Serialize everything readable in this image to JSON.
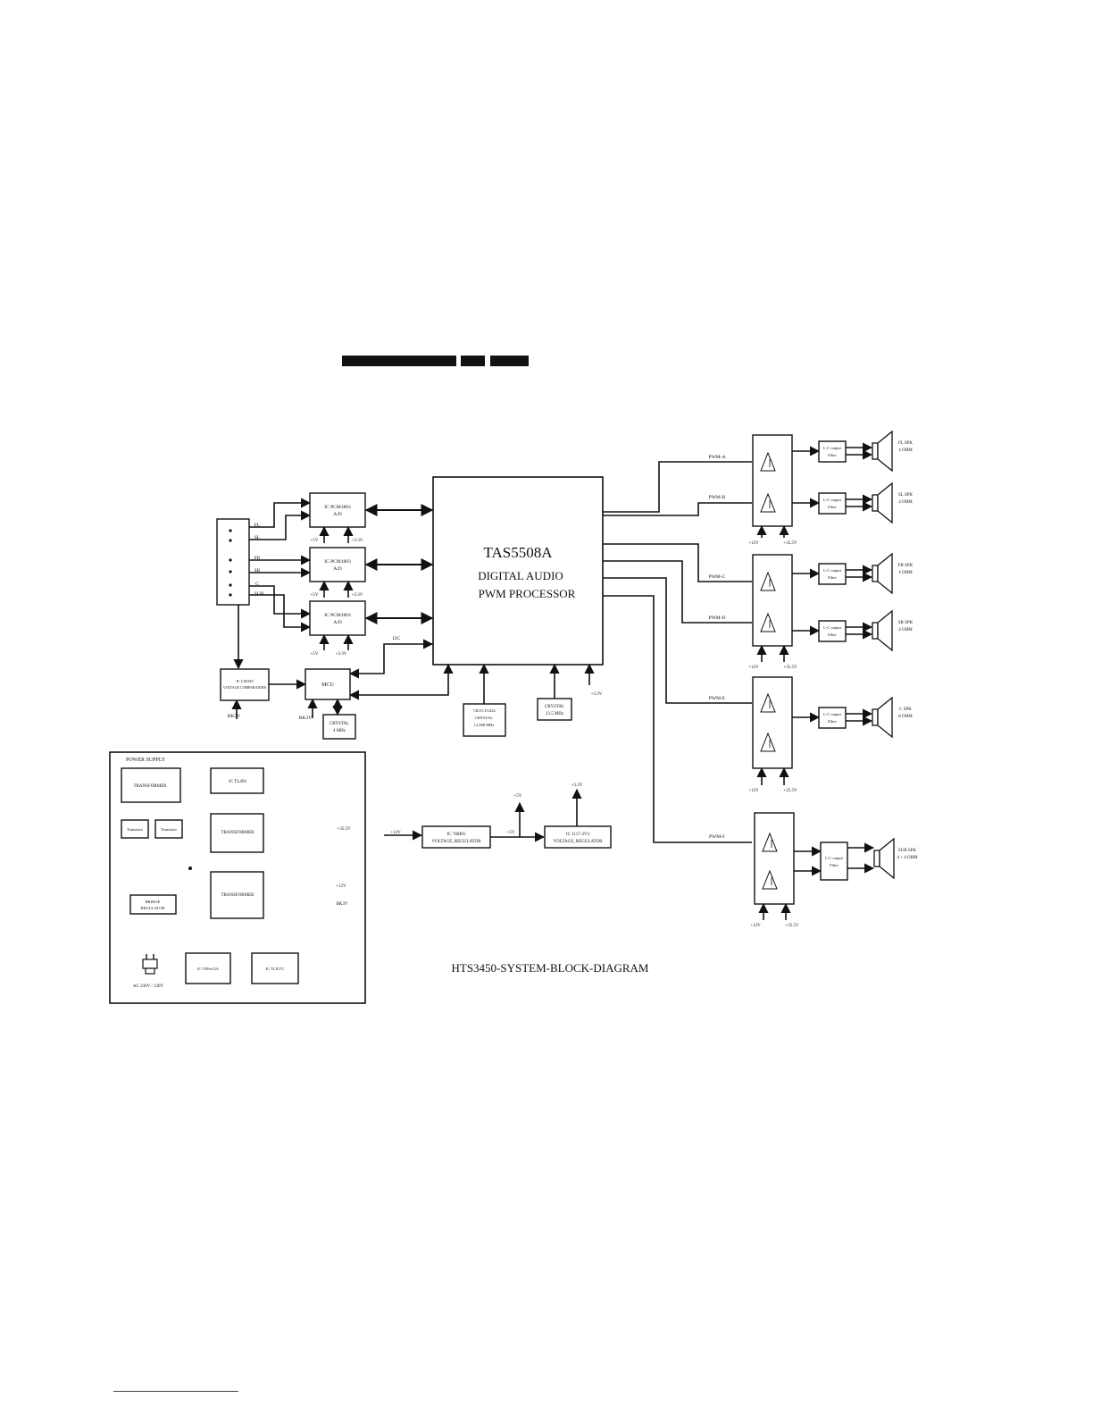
{
  "title": "HTS3450-SYSTEM-BLOCK-DIAGRAM",
  "processor": {
    "name": "TAS5508A",
    "line1": "DIGITAL AUDIO",
    "line2": "PWM PROCESSOR"
  },
  "inputs": [
    "FL",
    "SL",
    "FR",
    "SR",
    "C",
    "SUB"
  ],
  "adc": {
    "name": "IC PCM1803",
    "sub": "A/D",
    "v5": "+5V",
    "v33": "+3.3V"
  },
  "comparator": {
    "line1": "IC LM339",
    "line2": "VOLTAGE COMPARATORS",
    "supply": "BK3V"
  },
  "mcu": {
    "name": "MCU",
    "supply": "BK3V"
  },
  "crystal_mcu": {
    "line1": "CRYSTAL",
    "line2": "4 MHz"
  },
  "i2c": "I2C",
  "buffer": {
    "line1": "74LVC1G334",
    "line2": "CRYSTAL",
    "line3": "12.288 MHz"
  },
  "crystal_main": {
    "line1": "CRYSTAL",
    "line2": "13.5 MHz"
  },
  "proc_supply": "+3.3V",
  "pwm": [
    "PWM-A",
    "PWM-B",
    "PWM-C",
    "PWM-D",
    "PWM-E",
    "PWM-F"
  ],
  "filter": {
    "line1": "L-C output",
    "line2": "Filter"
  },
  "amp_supply": {
    "v12": "+12V",
    "v355": "+35.5V"
  },
  "speakers": [
    {
      "line1": "FL SPK",
      "line2": "4 OHM"
    },
    {
      "line1": "SL SPK",
      "line2": "4 OHM"
    },
    {
      "line1": "FR SPK",
      "line2": "4 OHM"
    },
    {
      "line1": "SR SPK",
      "line2": "4 OHM"
    },
    {
      "line1": "C SPK",
      "line2": "8 OHM"
    },
    {
      "line1": "SUB SPK",
      "line2": "4 + 4 OHM"
    }
  ],
  "power_supply": {
    "title": "POWER SUPPLY",
    "transformer": "TRANSFORMER",
    "ic_tl494": "IC TL494",
    "transistor": "Transistor",
    "bridge_line1": "BRIDGE",
    "bridge_line2": "REGULATOR",
    "ic_viper12a": "IC VIPer12A",
    "ic_tl817c": "IC TL817C",
    "ac": "AC 230V / 120V",
    "out_355": "+35.5V",
    "out_12": "+12V",
    "out_bk3v": "BK3V"
  },
  "regulators": {
    "in": "+12V",
    "reg1_line1": "IC 78M05",
    "reg1_line2": "VOLTAGE_REGULATOR",
    "mid": "+5V",
    "tap5": "+5V",
    "tap33": "+3.3V",
    "reg2_line1": "IC 1117-3V3",
    "reg2_line2": "VOLTAGE_REGULATOR"
  }
}
